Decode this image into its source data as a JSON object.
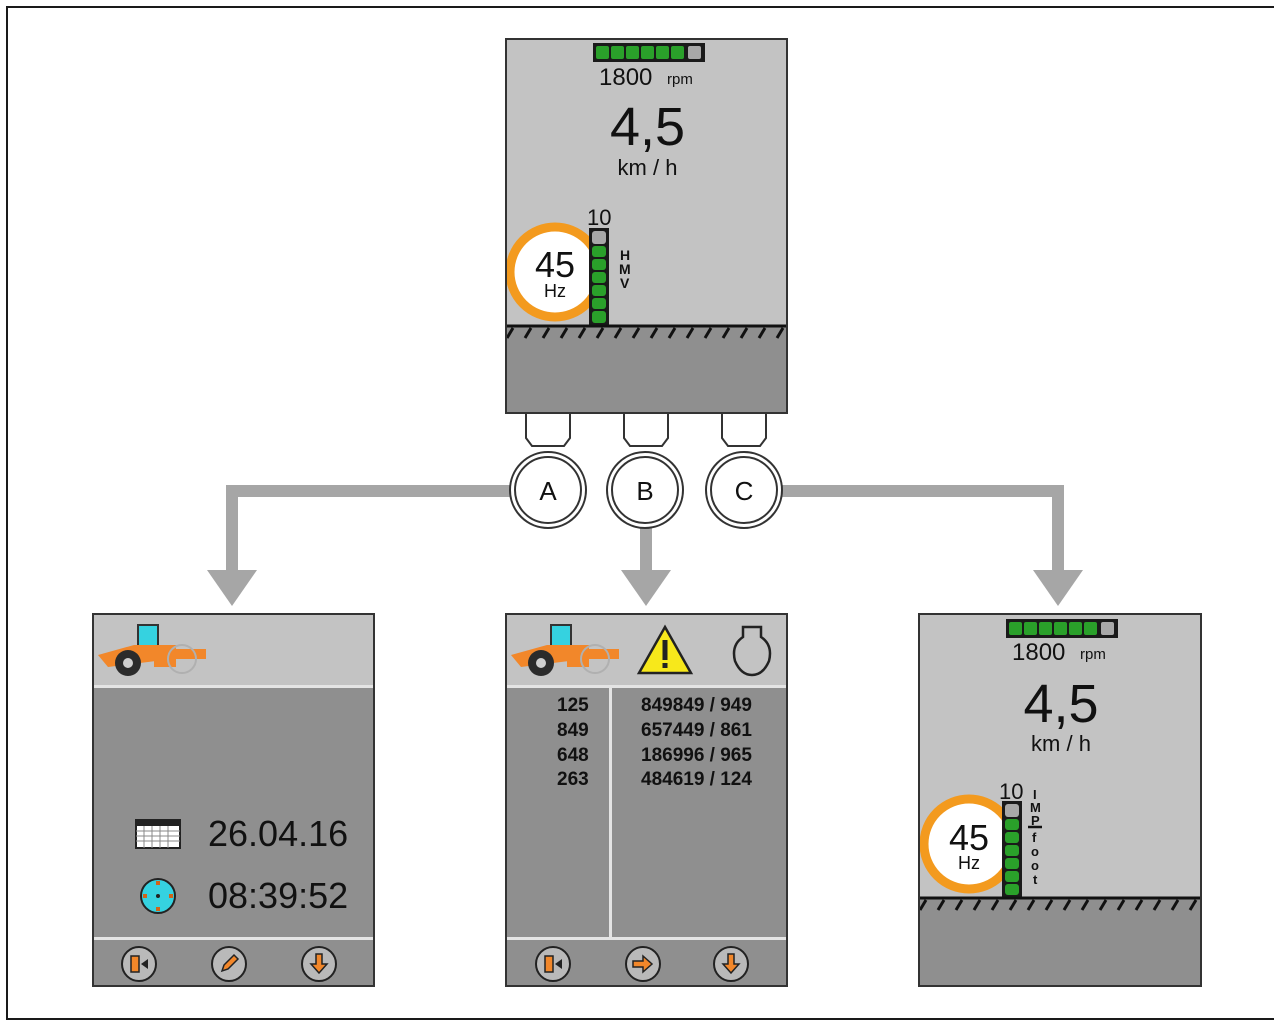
{
  "top_display": {
    "rpm_value": "1800",
    "rpm_unit": "rpm",
    "speed_value": "4,5",
    "speed_unit": "km / h",
    "scale_max": "10",
    "freq_value": "45",
    "freq_unit": "Hz",
    "mode_letters": [
      "H",
      "M",
      "V"
    ]
  },
  "keys": [
    {
      "label": "A"
    },
    {
      "label": "B"
    },
    {
      "label": "C"
    }
  ],
  "screen_a": {
    "machine_icon": "roller-machine-icon",
    "date": "26.04.16",
    "time": "08:39:52",
    "softkeys": [
      "exit-icon",
      "edit-icon",
      "arrow-down-icon"
    ]
  },
  "screen_b": {
    "machine_icon": "roller-machine-icon",
    "warning_icon": "warning-icon",
    "engine_icon": "engine-icon",
    "codes_left": [
      "125",
      "849",
      "648",
      "263"
    ],
    "codes_right": [
      "849849 / 949",
      "657449 / 861",
      "186996 / 965",
      "484619 / 124"
    ],
    "softkeys": [
      "exit-icon",
      "arrow-right-icon",
      "arrow-down-icon"
    ]
  },
  "screen_c": {
    "rpm_value": "1800",
    "rpm_unit": "rpm",
    "speed_value": "4,5",
    "speed_unit": "km / h",
    "scale_max": "10",
    "freq_value": "45",
    "freq_unit": "Hz",
    "mode_letters": [
      "I",
      "M",
      "P",
      "f",
      "o",
      "o",
      "t"
    ]
  },
  "colors": {
    "screen_light": "#c3c3c3",
    "screen_dark": "#8f8f8f",
    "segment_green": "#2aa02a",
    "segment_off": "#a8a8a8",
    "ring_orange": "#f39a1e",
    "arrow_gray": "#a6a6a6",
    "clock_cyan": "#35d2e0",
    "warning_yellow": "#f7e81b"
  }
}
